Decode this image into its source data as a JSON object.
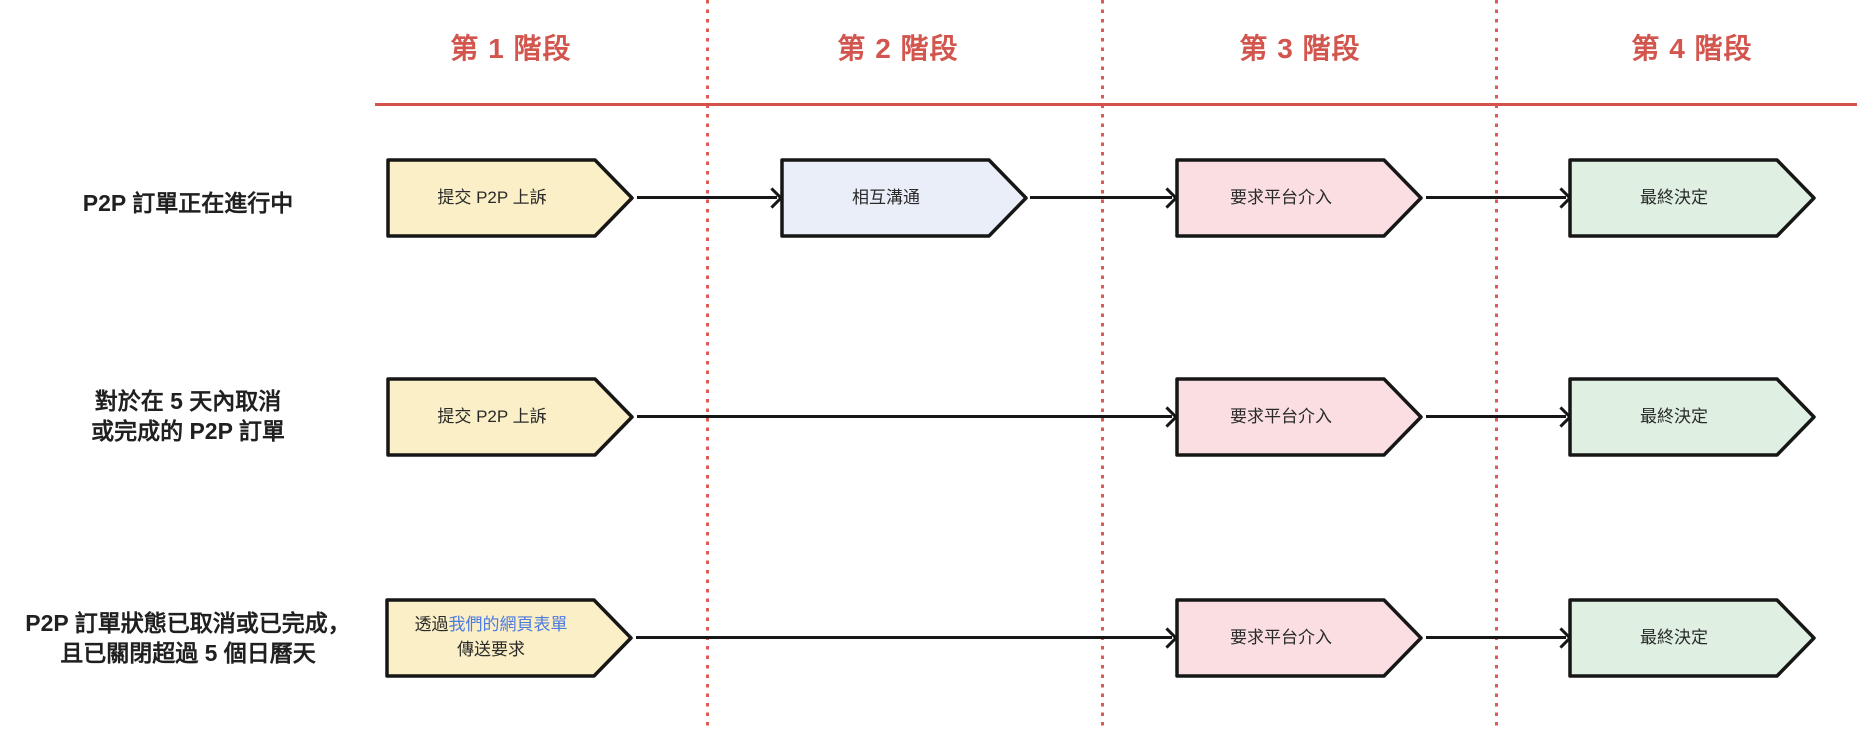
{
  "diagram": {
    "type": "process-flow",
    "accent_red": "#D2554E",
    "divider_red": "#DD5B52",
    "link_blue": "#4E7BE0",
    "box_border": "#161616"
  },
  "header": {
    "stages": [
      "第 1 階段",
      "第 2 階段",
      "第 3 階段",
      "第 4 階段"
    ]
  },
  "rows": [
    {
      "label": "P2P 訂單正在進行中",
      "boxes": {
        "stage1": {
          "text": "提交 P2P 上訴",
          "fill": "#FAEFC6"
        },
        "stage2": {
          "text": "相互溝通",
          "fill": "#E9EEF8"
        },
        "stage3": {
          "text": "要求平台介入",
          "fill": "#FBDEE2"
        },
        "stage4": {
          "text": "最終決定",
          "fill": "#DFF0E2"
        }
      }
    },
    {
      "label_line1": "對於在 5 天內取消",
      "label_line2": "或完成的 P2P 訂單",
      "boxes": {
        "stage1": {
          "text": "提交 P2P 上訴",
          "fill": "#FAEFC6"
        },
        "stage3": {
          "text": "要求平台介入",
          "fill": "#FBDEE2"
        },
        "stage4": {
          "text": "最終決定",
          "fill": "#DFF0E2"
        }
      }
    },
    {
      "label_line1": "P2P 訂單狀態已取消或已完成，",
      "label_line2": "且已關閉超過 5 個日曆天",
      "boxes": {
        "stage1": {
          "text_prefix": "透過",
          "link_text": "我們的網頁表單",
          "text_line2": "傳送要求",
          "fill": "#FAEFC6"
        },
        "stage3": {
          "text": "要求平台介入",
          "fill": "#FBDEE2"
        },
        "stage4": {
          "text": "最終決定",
          "fill": "#DFF0E2"
        }
      }
    }
  ]
}
